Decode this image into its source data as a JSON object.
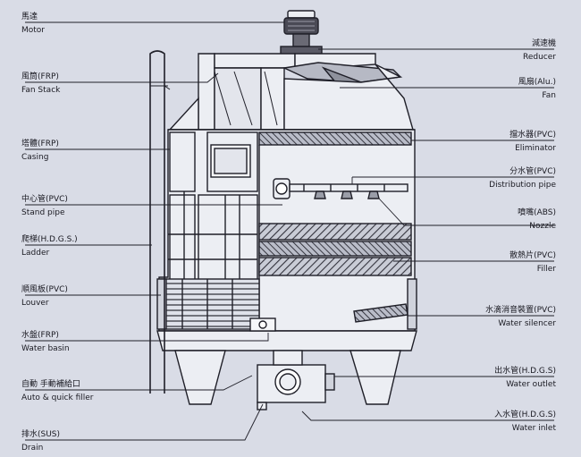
{
  "diagram": {
    "colors": {
      "background": "#d9dce6",
      "line": "#1f1f28",
      "fill": "#eceef3",
      "hatch": "#3a3a44"
    },
    "left_labels": [
      {
        "zh": "馬達",
        "en": "Motor"
      },
      {
        "zh": "風筒(FRP)",
        "en": "Fan Stack"
      },
      {
        "zh": "塔體(FRP)",
        "en": "Casing"
      },
      {
        "zh": "中心管(PVC)",
        "en": "Stand pipe"
      },
      {
        "zh": "爬梯(H.D.G.S.)",
        "en": "Ladder"
      },
      {
        "zh": "順風板(PVC)",
        "en": "Louver"
      },
      {
        "zh": "水盤(FRP)",
        "en": "Water basin"
      },
      {
        "zh": "自動 手動補給口",
        "en": "Auto & quick filler"
      },
      {
        "zh": "排水(SUS)",
        "en": "Drain"
      }
    ],
    "right_labels": [
      {
        "zh": "減速機",
        "en": "Reducer"
      },
      {
        "zh": "風扇(Alu.)",
        "en": "Fan"
      },
      {
        "zh": "擋水器(PVC)",
        "en": "Eliminator"
      },
      {
        "zh": "分水管(PVC)",
        "en": "Distribution pipe"
      },
      {
        "zh": "噴嘴(ABS)",
        "en": "Nozzle"
      },
      {
        "zh": "散熱片(PVC)",
        "en": "Filler"
      },
      {
        "zh": "水滴消音裝置(PVC)",
        "en": "Water silencer"
      },
      {
        "zh": "出水管(H.D.G.S)",
        "en": "Water outlet"
      },
      {
        "zh": "入水管(H.D.G.S)",
        "en": "Water inlet"
      }
    ]
  }
}
